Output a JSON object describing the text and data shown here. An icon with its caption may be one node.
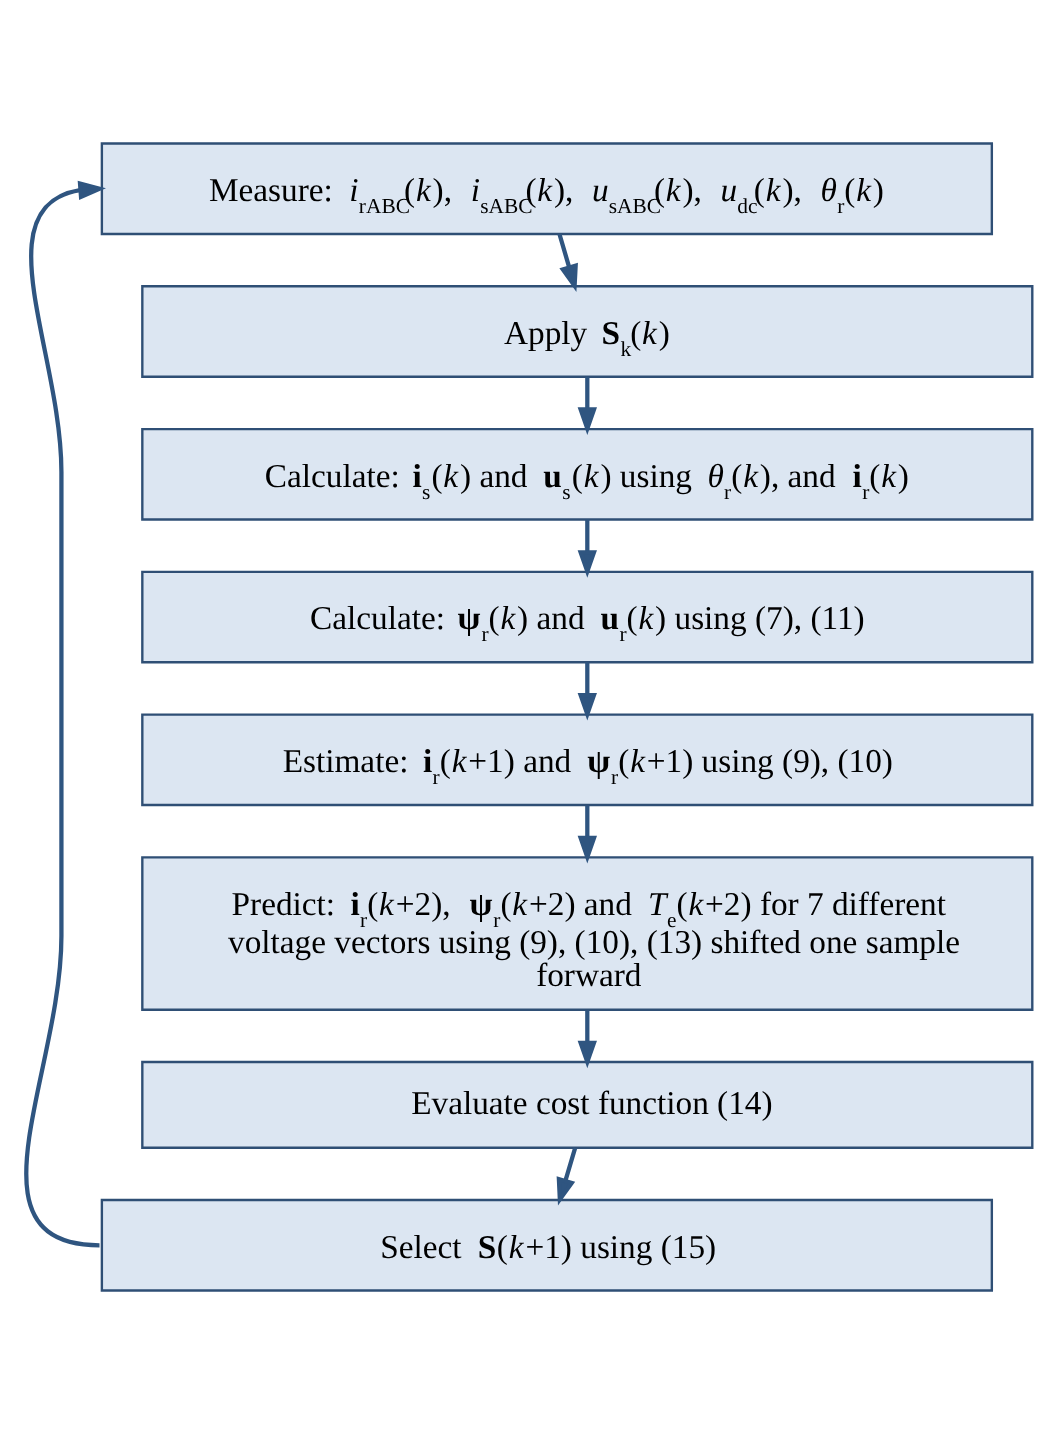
{
  "diagram": {
    "nodes": [
      {
        "text": [
          "Measure: *i*$_{rABC}$(*k*), *i*$_{sABC}$(*k*), *u*$_{sABC}$(*k*), *u*$_{dc}$(*k*), *θ*$_{r}$(*k*)"
        ]
      },
      {
        "text": [
          "Apply **S**$_{k}$(*k*)"
        ]
      },
      {
        "text": [
          "Calculate: **i**$_{s}$(*k*) and **u**$_{s}$(*k*) using *θ*$_{r}$(*k*), and **i**$_{r}$(*k*)"
        ]
      },
      {
        "text": [
          "Calculate: **ψ**$_{r}$(*k*) and **u**$_{r}$(*k*) using (7), (11)"
        ]
      },
      {
        "text": [
          "Estimate: **i**$_{r}$(*k*+1) and **ψ**$_{r}$(*k*+1) using (9), (10)"
        ]
      },
      {
        "text": [
          "Predict: **i**$_{r}$(*k*+2), **ψ**$_{r}$(*k*+2) and *T*$_{e}$(*k*+2) for 7 different voltage vectors using (9), (10), (13) shifted one sample forward"
        ]
      },
      {
        "text": [
          "Evaluate cost function (14)"
        ]
      },
      {
        "text": [
          "Select **S**(*k*+1) using (15)"
        ]
      }
    ],
    "edges": [
      {
        "from": 0,
        "to": 1,
        "arrow": "to"
      },
      {
        "from": 1,
        "to": 2,
        "arrow": "to"
      },
      {
        "from": 2,
        "to": 3,
        "arrow": "to"
      },
      {
        "from": 3,
        "to": 4,
        "arrow": "to"
      },
      {
        "from": 4,
        "to": 5,
        "arrow": "to"
      },
      {
        "from": 5,
        "to": 6,
        "arrow": "to"
      },
      {
        "from": 6,
        "to": 7,
        "arrow": "to"
      },
      {
        "from": 7,
        "to": 0,
        "arrow": "to"
      }
    ]
  }
}
